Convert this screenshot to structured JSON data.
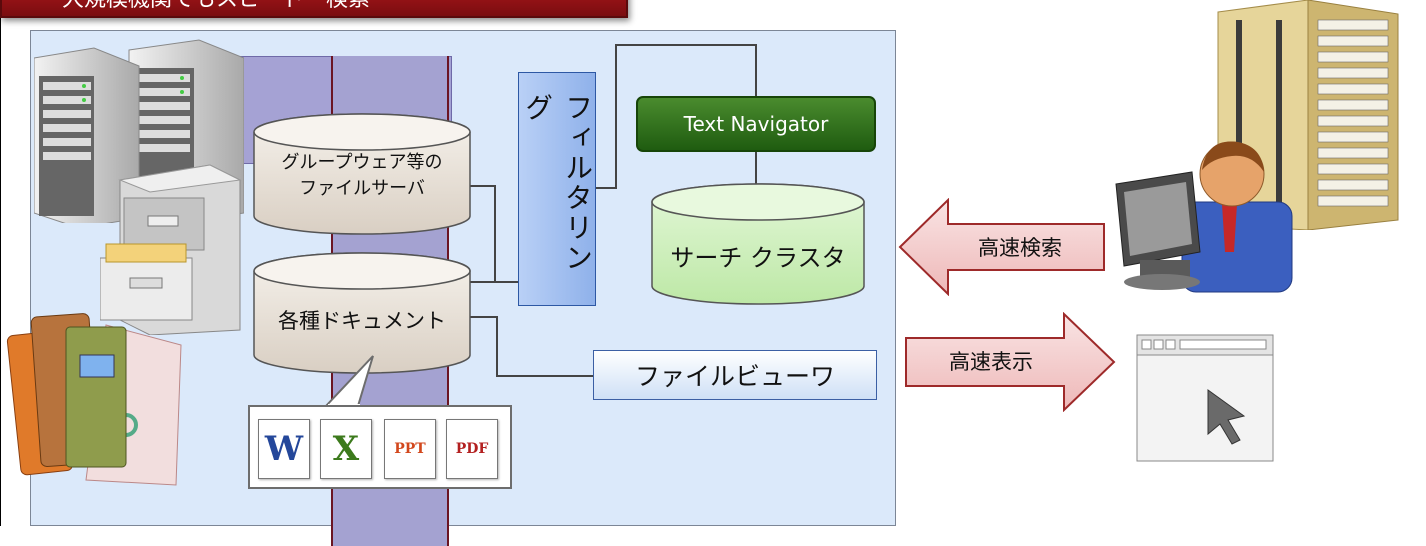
{
  "title": "大規模機関でもスピード・検索",
  "storage": {
    "fileserver_line1": "グループウェア等の",
    "fileserver_line2": "ファイルサーバ",
    "documents": "各種ドキュメント"
  },
  "filtering": "フィルタリング",
  "text_navigator": "Text Navigator",
  "search_cluster": "サーチ クラスタ",
  "file_viewer": "ファイルビューワ",
  "arrows": {
    "fast_search": "高速検索",
    "fast_display": "高速表示"
  },
  "doc_types": {
    "word": "W",
    "excel": "X",
    "ppt": "PPT",
    "pdf": "PDF"
  },
  "colors": {
    "banner": "#9c1418",
    "panel": "#dbe9fa",
    "filtering": "#a9c4f2",
    "text_navigator": "#2e6e1a",
    "cluster": "#c9efb8",
    "arrow": "#f2c8c8"
  }
}
